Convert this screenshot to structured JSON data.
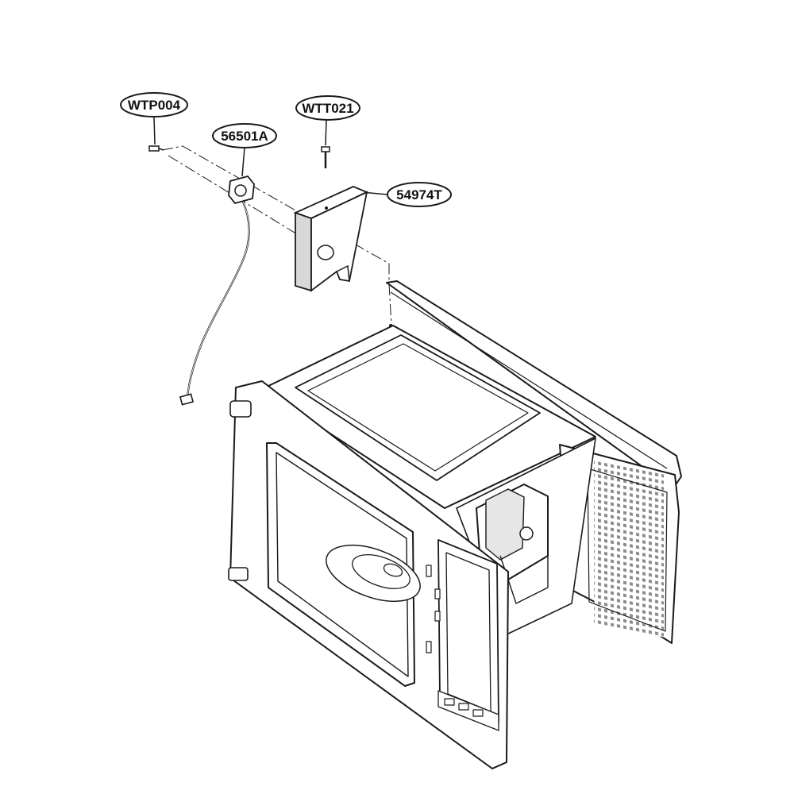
{
  "callouts": [
    {
      "id": "wtp004",
      "label": "WTP004"
    },
    {
      "id": "56501a",
      "label": "56501A"
    },
    {
      "id": "wtt021",
      "label": "WTT021"
    },
    {
      "id": "54974t",
      "label": "54974T"
    }
  ],
  "colors": {
    "line": "#1a1a1a",
    "fill": "#ffffff",
    "shade": "#d8d8d8",
    "grille": "#7a7a7a"
  }
}
